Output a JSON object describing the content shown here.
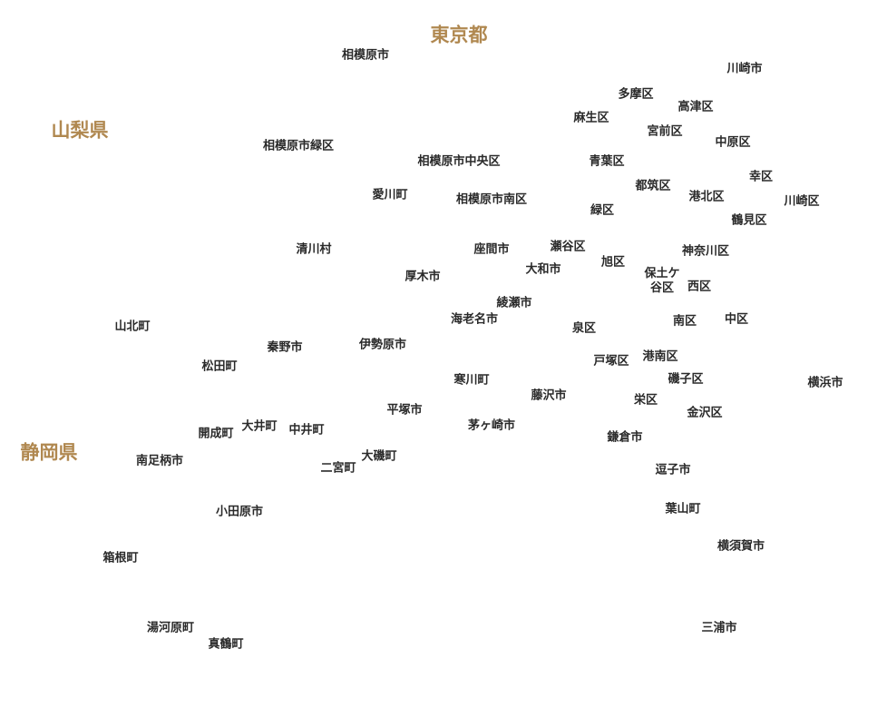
{
  "prefectures": {
    "tokyo": "東京都",
    "yamanashi": "山梨県",
    "shizuoka": "静岡県"
  },
  "colors": {
    "prefecture_label": "#b08850",
    "municipality_label": "#2a2a2a",
    "background": "#ffffff"
  },
  "places": {
    "sagamihara": "相模原市",
    "kawasaki_shi": "川崎市",
    "tama_ku": "多摩区",
    "takatsu_ku": "高津区",
    "asao_ku": "麻生区",
    "miyamae_ku": "宮前区",
    "nakahara_ku": "中原区",
    "sagamihara_midori": "相模原市緑区",
    "sagamihara_chuo": "相模原市中央区",
    "aoba_ku": "青葉区",
    "saiwai_ku": "幸区",
    "tsuzuki_ku": "都筑区",
    "aikawa": "愛川町",
    "sagamihara_minami": "相模原市南区",
    "kohoku_ku": "港北区",
    "kawasaki_ku": "川崎区",
    "midori_ku": "緑区",
    "tsurumi_ku": "鶴見区",
    "kiyokawa": "清川村",
    "zama": "座間市",
    "seya_ku": "瀬谷区",
    "kanagawa_ku": "神奈川区",
    "asahi_ku": "旭区",
    "yamato": "大和市",
    "atsugi": "厚木市",
    "hodogaya_1": "保土ケ",
    "hodogaya_2": "谷区",
    "nishi_ku": "西区",
    "ayase": "綾瀬市",
    "ebina": "海老名市",
    "minami_ku": "南区",
    "naka_ku": "中区",
    "yamakita": "山北町",
    "izumi_ku": "泉区",
    "isehara": "伊勢原市",
    "hadano": "秦野市",
    "totsuka_ku": "戸塚区",
    "konan_ku": "港南区",
    "matsuda": "松田町",
    "isogo_ku": "磯子区",
    "samukawa": "寒川町",
    "yokohama": "横浜市",
    "fujisawa": "藤沢市",
    "sakae_ku": "栄区",
    "hiratsuka": "平塚市",
    "kanazawa_ku": "金沢区",
    "chigasaki": "茅ヶ崎市",
    "oi": "大井町",
    "kaisei": "開成町",
    "nakai": "中井町",
    "kamakura": "鎌倉市",
    "oiso": "大磯町",
    "minamiashigara": "南足柄市",
    "ninomiya": "二宮町",
    "zushi": "逗子市",
    "hayama": "葉山町",
    "odawara": "小田原市",
    "yokosuka": "横須賀市",
    "hakone": "箱根町",
    "yugawara": "湯河原町",
    "miura": "三浦市",
    "manazuru": "真鶴町"
  }
}
